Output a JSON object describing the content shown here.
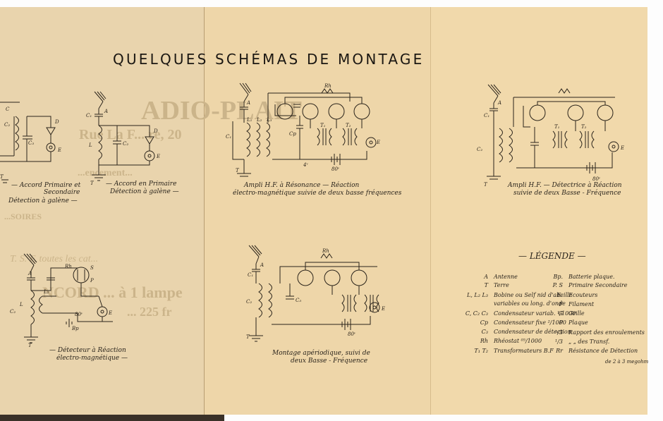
{
  "title": "QUELQUES SCHÉMAS DE MONTAGE",
  "background_ghost": [
    "ADIO-PLAIT",
    "Rue La F... re, 20",
    "...encement...",
    "...SOIRES",
    "T. S. F. toutes les cat...",
    "NCORD ... à 1 lampe",
    "... 225 fr"
  ],
  "captions": {
    "d1": [
      "— Accord Primaire et",
      "Secondaire",
      "Détection à galène —"
    ],
    "d2": [
      "— Accord en Primaire",
      "Détection à galène —"
    ],
    "d3": [
      "— Détecteur à Réaction",
      "électro-magnétique —"
    ],
    "d4": [
      "Ampli H.F. à Résonance — Réaction",
      "électro-magnétique suivie de deux basse fréquences"
    ],
    "d5": [
      "Montage apériodique, suivi de",
      "deux Basse - Fréquence"
    ],
    "d6": [
      "Ampli H.F. — Détectrice à Réaction",
      "suivie de deux Basse - Fréquence"
    ]
  },
  "component_labels": {
    "d1": [
      "C",
      "C₂",
      "C₃",
      "D",
      "E",
      "T",
      "L"
    ],
    "d2": [
      "C₁",
      "A",
      "L",
      "C₂",
      "D",
      "E",
      "T"
    ],
    "d3": [
      "A",
      "C₂",
      "L",
      "L₂",
      "Rh",
      "S",
      "P",
      "E",
      "T",
      "Bp",
      "80ᵛ"
    ],
    "d4": [
      "A",
      "C₁",
      "L₁",
      "L₂",
      "L₃",
      "Rh",
      "Cp",
      "T₁",
      "T₂",
      "E",
      "T",
      "80ᵛ",
      "4ᵛ"
    ],
    "d5": [
      "A",
      "C₁",
      "C₂",
      "C₃",
      "Rh",
      "E",
      "T",
      "80ᵛ"
    ],
    "d6": [
      "A",
      "C₁",
      "C₂",
      "T₁",
      "T₂",
      "E",
      "T",
      "80ᵛ"
    ]
  },
  "legend": {
    "title": "LÉGENDE",
    "left": [
      {
        "key": "A",
        "desc": "Antenne"
      },
      {
        "key": "T",
        "desc": "Terre"
      },
      {
        "key": "L, L₂ L₃",
        "desc": "Bobine ou Self nid d'abeille"
      },
      {
        "key": "",
        "desc": "variables ou long. d'onde"
      },
      {
        "key": "C, C₂ C₃",
        "desc": "Condensateur variab. ¹/1000"
      },
      {
        "key": "Cp",
        "desc": "Condensateur fixe ²/1000"
      },
      {
        "key": "C₃",
        "desc": "Condensateur de détection"
      },
      {
        "key": "Rh",
        "desc": "Rhéostat        ⁰⁵/1000"
      },
      {
        "key": "T₁ T₂",
        "desc": "Transformateurs B.F"
      }
    ],
    "right": [
      {
        "key": "Bp.",
        "desc": "Batterie plaque."
      },
      {
        "key": "P. S",
        "desc": "Primaire Secondaire"
      },
      {
        "key": "E.",
        "desc": "Ecouteurs"
      },
      {
        "key": "F",
        "desc": "Filament"
      },
      {
        "key": "G",
        "desc": "Grille"
      },
      {
        "key": "P",
        "desc": "Plaque"
      },
      {
        "key": "¹/3",
        "desc": "Rapport des enroulements"
      },
      {
        "key": "¹/3",
        "desc": "„   „   des Transf."
      },
      {
        "key": "Rr",
        "desc": "Résistance de Détection"
      }
    ],
    "note": "de 2 à 3 megohm"
  }
}
